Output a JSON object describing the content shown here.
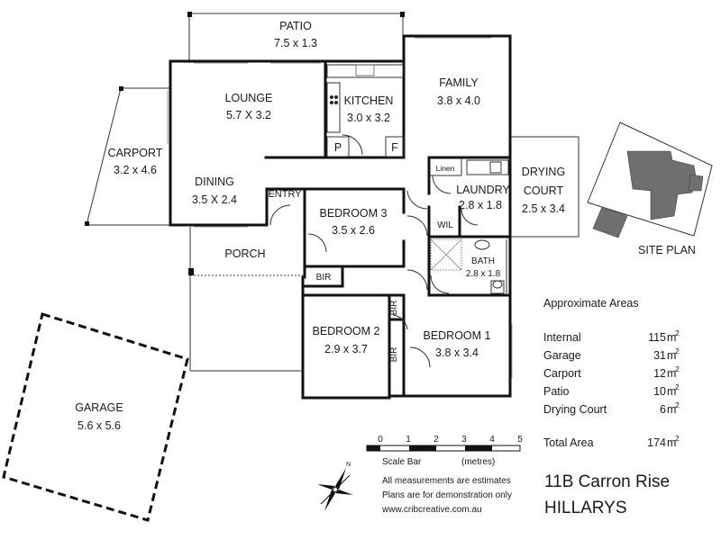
{
  "rooms": {
    "patio": {
      "name": "PATIO",
      "dims": "7.5 x 1.3"
    },
    "lounge": {
      "name": "LOUNGE",
      "dims": "5.7 X 3.2"
    },
    "kitchen": {
      "name": "KITCHEN",
      "dims": "3.0 x 3.2"
    },
    "family": {
      "name": "FAMILY",
      "dims": "3.8 x 4.0"
    },
    "carport": {
      "name": "CARPORT",
      "dims": "3.2 x 4.6"
    },
    "dining": {
      "name": "DINING",
      "dims": "3.5 X 2.4"
    },
    "entry": {
      "name": "ENTRY"
    },
    "bedroom3": {
      "name": "BEDROOM 3",
      "dims": "3.5 x 2.6"
    },
    "laundry": {
      "name": "LAUNDRY",
      "dims": "2.8 x 1.8"
    },
    "drying_court": {
      "name_line1": "DRYING",
      "name_line2": "COURT",
      "dims": "2.5 x 3.4"
    },
    "porch": {
      "name": "PORCH"
    },
    "bath": {
      "name": "BATH",
      "dims": "2.8 x 1.8"
    },
    "bedroom2": {
      "name": "BEDROOM 2",
      "dims": "2.9 x 3.7"
    },
    "bedroom1": {
      "name": "BEDROOM 1",
      "dims": "3.8 x 3.4"
    },
    "garage": {
      "name": "GARAGE",
      "dims": "5.6 x 5.6"
    }
  },
  "small_labels": {
    "pantry": "P",
    "fridge": "F",
    "linen": "Linen",
    "wil": "WIL",
    "bir_bed3": "BIR",
    "bir_bed1": "BIR",
    "bir_bed2": "BIR"
  },
  "site_plan": {
    "label": "SITE PLAN"
  },
  "areas": {
    "title": "Approximate Areas",
    "unit": "m",
    "unit_exp": "2",
    "rows": [
      {
        "label": "Internal",
        "value": "115"
      },
      {
        "label": "Garage",
        "value": "31"
      },
      {
        "label": "Carport",
        "value": "12"
      },
      {
        "label": "Patio",
        "value": "10"
      },
      {
        "label": "Drying Court",
        "value": "6"
      }
    ],
    "total": {
      "label": "Total Area",
      "value": "174"
    }
  },
  "scale_bar": {
    "ticks": [
      "0",
      "1",
      "2",
      "3",
      "4",
      "5"
    ],
    "label": "Scale Bar",
    "units": "(metres)"
  },
  "disclaimer": {
    "line1": "All measurements are estimates",
    "line2": "Plans are for demonstration only",
    "line3": "www.cribcreative.com.au"
  },
  "address": {
    "street": "11B Carron Rise",
    "suburb": "HILLARYS"
  },
  "colors": {
    "wall": "#111111",
    "site_building": "#6f6f6f",
    "background": "#ffffff"
  }
}
